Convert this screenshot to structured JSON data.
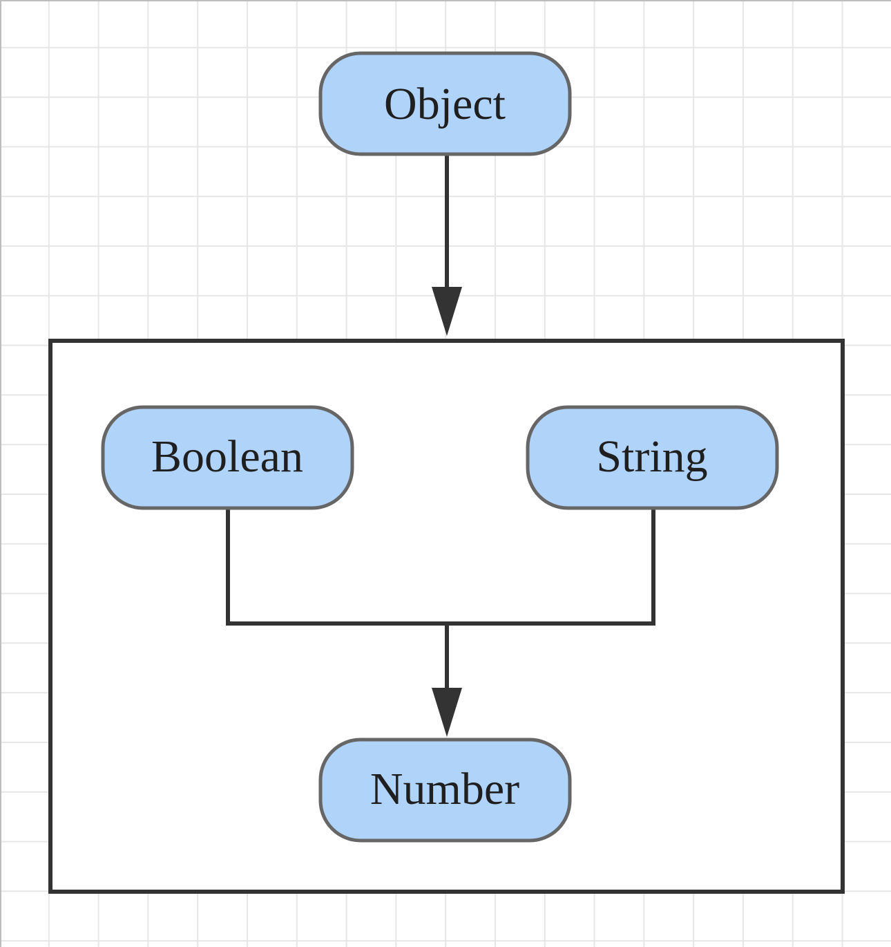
{
  "diagram": {
    "nodes": {
      "object": {
        "label": "Object"
      },
      "boolean": {
        "label": "Boolean"
      },
      "string": {
        "label": "String"
      },
      "number": {
        "label": "Number"
      }
    },
    "edges": [
      {
        "from": "object",
        "to": "group"
      },
      {
        "from": "boolean",
        "to": "number"
      },
      {
        "from": "string",
        "to": "number"
      }
    ],
    "group": {
      "members": [
        "boolean",
        "string",
        "number"
      ]
    },
    "colors": {
      "node_fill": "#b0d3fa",
      "node_stroke": "#666666",
      "edge": "#333333",
      "group_stroke": "#333333",
      "grid": "#e6e6e6"
    }
  }
}
